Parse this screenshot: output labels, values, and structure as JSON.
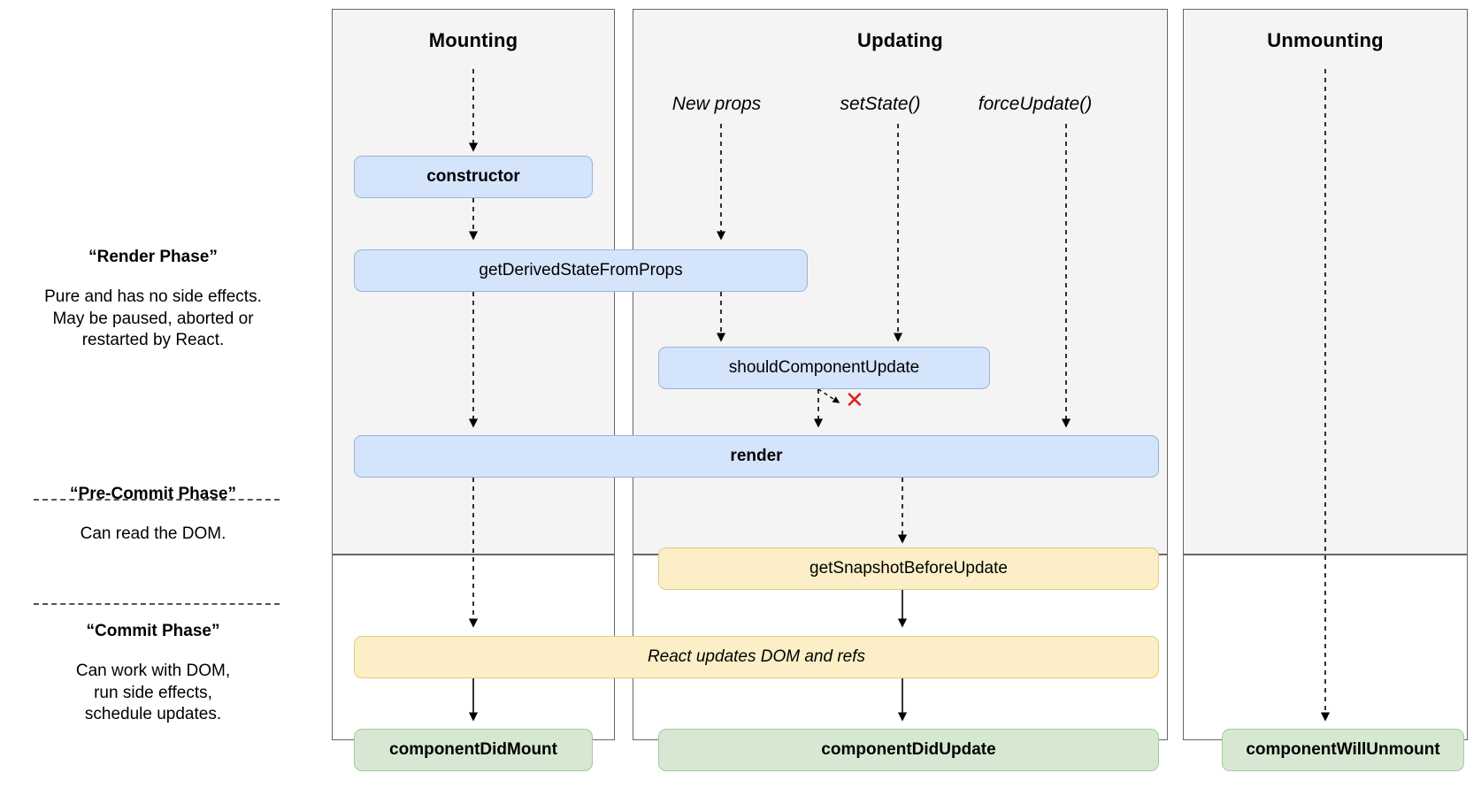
{
  "diagram": {
    "title": "React component lifecycle diagram",
    "colors": {
      "render_phase_bg": "#f4f4f4",
      "commit_phase_bg": "#ffffff",
      "blue_fill": "#d4e4fb",
      "blue_border": "#97b5d9",
      "yellow_fill": "#fcefc7",
      "yellow_border": "#e3ca84",
      "green_fill": "#d6e8d2",
      "green_border": "#a9c8a2",
      "panel_border": "#666666",
      "arrow": "#000000",
      "red_x": "#e02020"
    }
  },
  "columns": {
    "mounting": {
      "title": "Mounting"
    },
    "updating": {
      "title": "Updating"
    },
    "unmounting": {
      "title": "Unmounting"
    }
  },
  "sources": {
    "new_props": "New props",
    "set_state": "setState()",
    "force_update": "forceUpdate()"
  },
  "phases": [
    {
      "id": "render-phase",
      "title": "“Render Phase”",
      "body": "Pure and has no side effects.\nMay be paused, aborted or\nrestarted by React."
    },
    {
      "id": "pre-commit-phase",
      "title": "“Pre-Commit Phase”",
      "body": "Can read the DOM."
    },
    {
      "id": "commit-phase",
      "title": "“Commit Phase”",
      "body": "Can work with DOM,\nrun side effects,\nschedule updates."
    }
  ],
  "nodes": {
    "constructor": "constructor",
    "get_derived_state_from_props": "getDerivedStateFromProps",
    "should_component_update": "shouldComponentUpdate",
    "render": "render",
    "get_snapshot_before_update": "getSnapshotBeforeUpdate",
    "react_updates_dom_and_refs": "React updates DOM and refs",
    "component_did_mount": "componentDidMount",
    "component_did_update": "componentDidUpdate",
    "component_will_unmount": "componentWillUnmount"
  },
  "markers": {
    "skip_render_x": "✕"
  }
}
